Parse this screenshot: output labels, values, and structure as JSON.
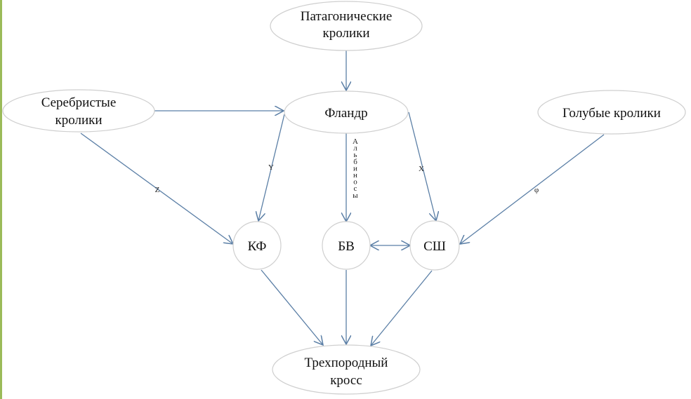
{
  "nodes": {
    "patagonian": [
      "Патагонические",
      "кролики"
    ],
    "flandr": "Фландр",
    "silver": [
      "Серебристые",
      "кролики"
    ],
    "blue": "Голубые кролики",
    "kf": "КФ",
    "bv": "БВ",
    "ssh": "СШ",
    "cross": [
      "Трехпородный",
      "кросс"
    ]
  },
  "edge_labels": {
    "z": "Z",
    "y": "Y",
    "x": "X",
    "phi": "φ",
    "albinos": "Альбиносы"
  },
  "colors": {
    "edge": "#5b7fa6",
    "border": "#9bbb59",
    "node_stroke": "#cfcfcf"
  }
}
